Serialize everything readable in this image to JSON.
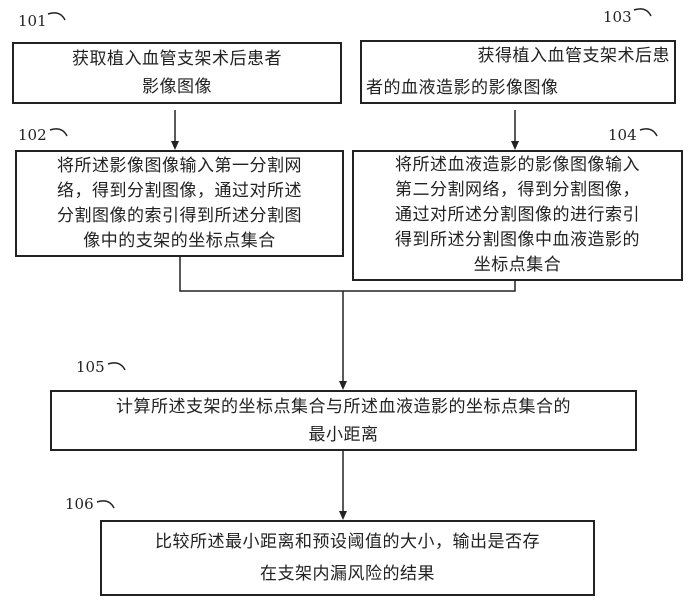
{
  "steps": [
    {
      "id": "101",
      "lines": [
        "获取植入血管支架术后患者",
        "影像图像"
      ]
    },
    {
      "id": "102",
      "lines": [
        "将所述影像图像输入第一分割网",
        "络，得到分割图像，通过对所述",
        "分割图像的索引得到所述分割图",
        "像中的支架的坐标点集合"
      ]
    },
    {
      "id": "103",
      "lines": [
        "获得植入血管支架术后患",
        "者的血液造影的影像图像"
      ]
    },
    {
      "id": "104",
      "lines": [
        "将所述血液造影的影像图像输入",
        "第二分割网络，得到分割图像，",
        "通过对所述分割图像的进行索引",
        "得到所述分割图像中血液造影的",
        "坐标点集合"
      ]
    },
    {
      "id": "105",
      "lines": [
        "计算所述支架的坐标点集合与所述血液造影的坐标点集合的",
        "最小距离"
      ]
    },
    {
      "id": "106",
      "lines": [
        "比较所述最小距离和预设阈值的大小，输出是否存",
        "在支架内漏风险的结果"
      ]
    }
  ]
}
